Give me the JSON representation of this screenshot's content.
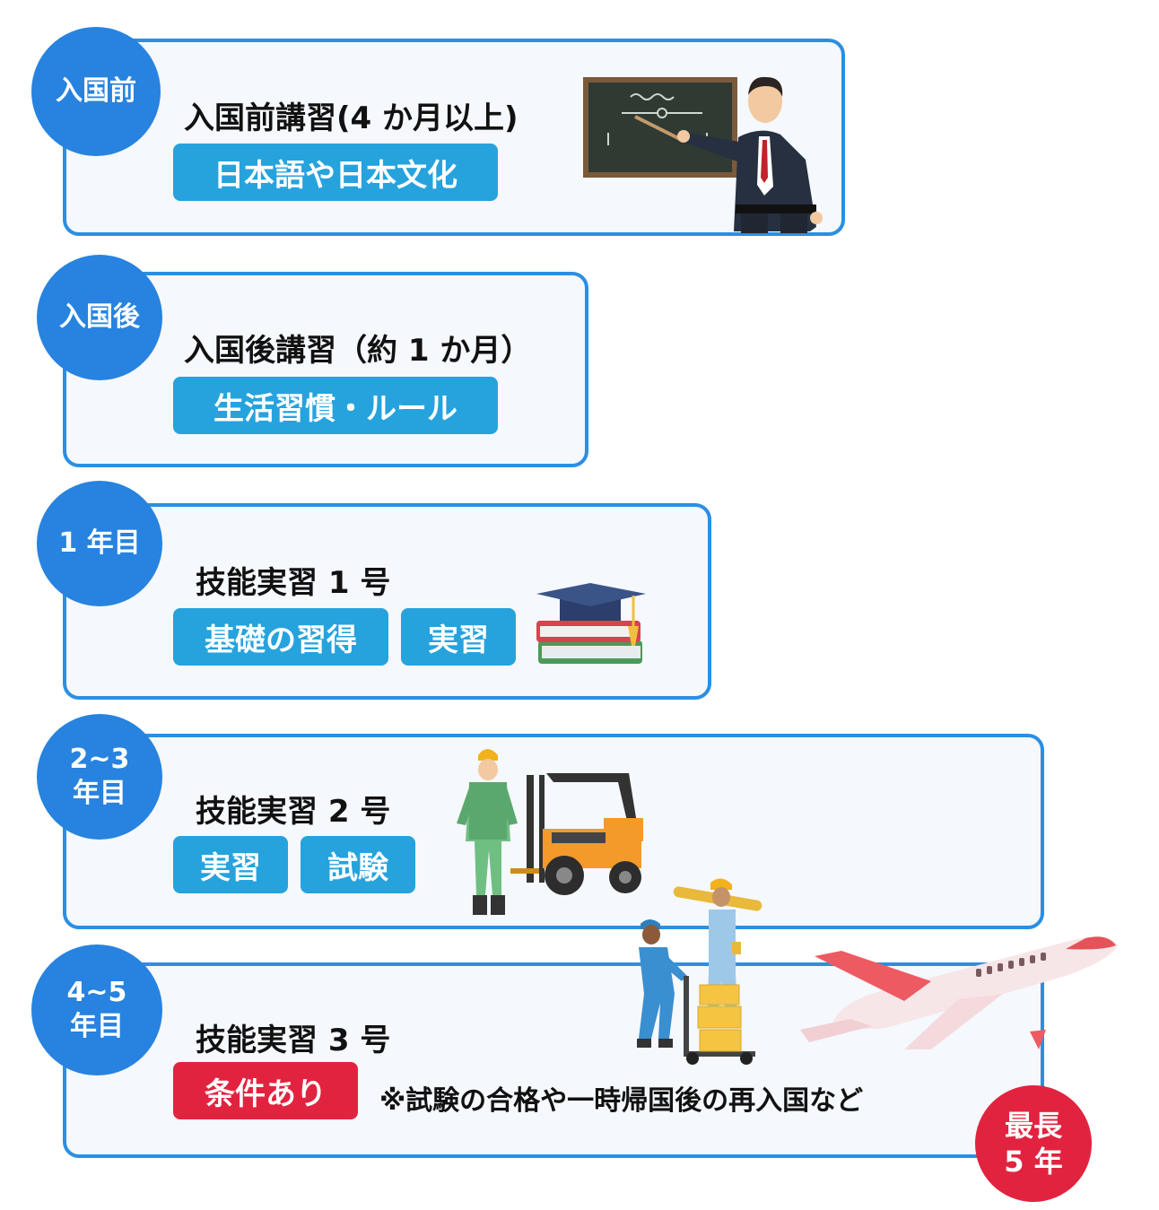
{
  "stages": [
    {
      "badge": [
        "入国前"
      ],
      "title": "入国前講習(4 か月以上)",
      "tags": [
        "日本語や日本文化"
      ]
    },
    {
      "badge": [
        "入国後"
      ],
      "title": "入国後講習（約 1 か月）",
      "tags": [
        "生活習慣・ルール"
      ]
    },
    {
      "badge": [
        "1 年目"
      ],
      "title": "技能実習 1 号",
      "tags": [
        "基礎の習得",
        "実習"
      ]
    },
    {
      "badge": [
        "2~3",
        "年目"
      ],
      "title": "技能実習 2 号",
      "tags": [
        "実習",
        "試験"
      ]
    },
    {
      "badge": [
        "4~5",
        "年目"
      ],
      "title": "技能実習 3 号",
      "tags": [
        "条件あり"
      ],
      "note": "※試験の合格や一時帰国後の再入国など"
    }
  ],
  "max_badge": [
    "最長",
    "5 年"
  ],
  "colors": {
    "card_border": "#2b8fe3",
    "badge_blue": "#2783df",
    "tag_blue": "#26a3dd",
    "tag_red": "#e2233f"
  },
  "icons": {
    "stage1": "teacher-blackboard-icon",
    "stage3": "books-graduation-cap-icon",
    "stage4": "forklift-worker-icon",
    "stage5": "workers-airplane-icon"
  }
}
